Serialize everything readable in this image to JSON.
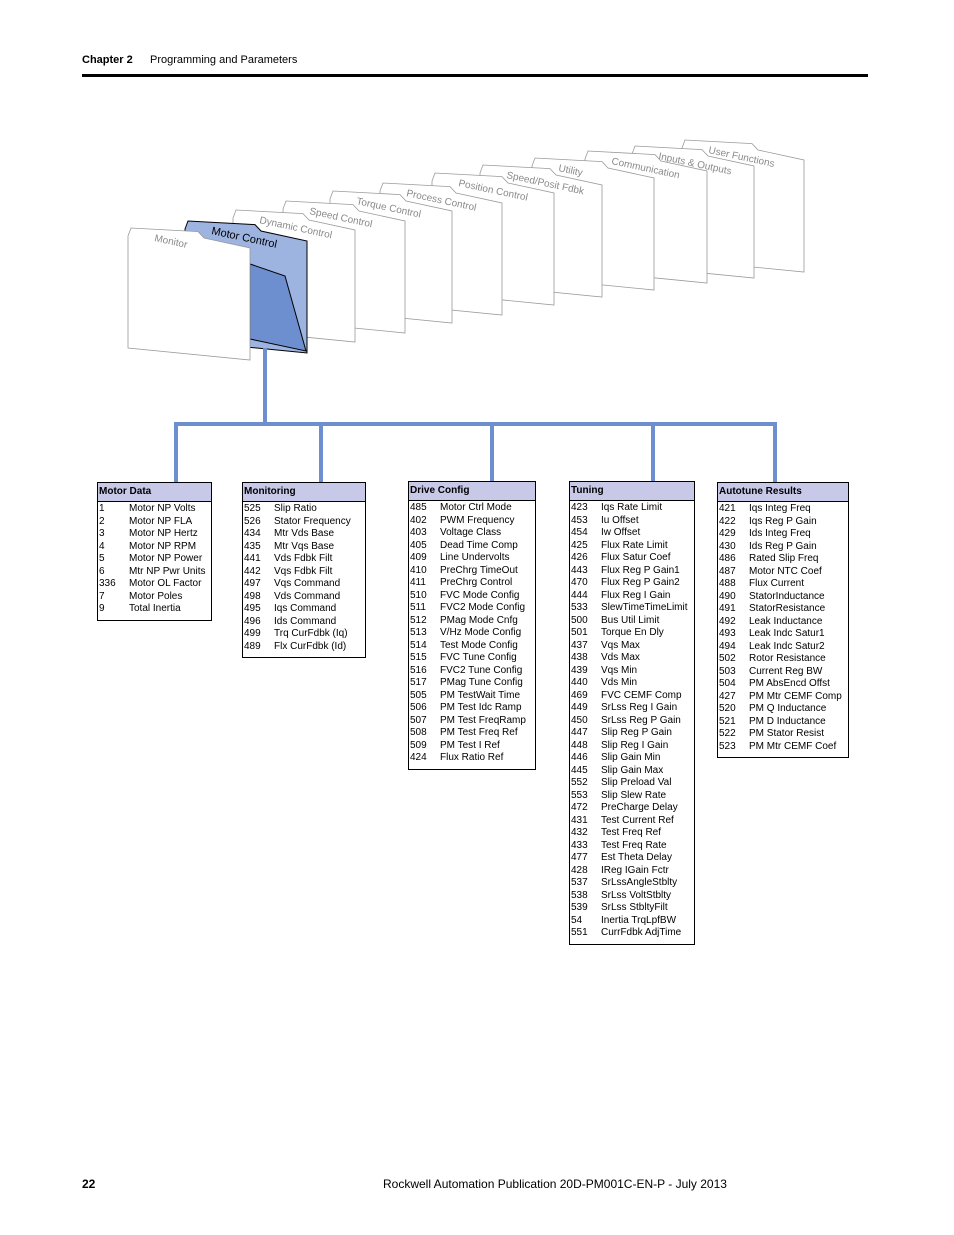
{
  "header": {
    "chapter": "Chapter 2",
    "title": "Programming and Parameters"
  },
  "footer": {
    "page": "22",
    "publication": "Rockwell Automation Publication 20D-PM001C-EN-P - July 2013"
  },
  "folders": [
    "Monitor",
    "Motor Control",
    "Dynamic Control",
    "Speed Control",
    "Torque Control",
    "Process Control",
    "Position Control",
    "Speed/Posit Fdbk",
    "Utility",
    "Communication",
    "Inputs & Outputs",
    "User Functions"
  ],
  "colors": {
    "selected_folder": "#9db3e0",
    "selected_folder_dark": "#6d8fd0",
    "connector": "#6d8fd0",
    "table_header": "#c8c8e8"
  },
  "groups": [
    {
      "title": "Motor Data",
      "params": [
        {
          "num": "1",
          "name": "Motor NP Volts"
        },
        {
          "num": "2",
          "name": "Motor NP FLA"
        },
        {
          "num": "3",
          "name": "Motor NP Hertz"
        },
        {
          "num": "4",
          "name": "Motor NP RPM"
        },
        {
          "num": "5",
          "name": "Motor NP Power"
        },
        {
          "num": "6",
          "name": "Mtr NP Pwr Units"
        },
        {
          "num": "336",
          "name": "Motor OL Factor"
        },
        {
          "num": "7",
          "name": "Motor Poles"
        },
        {
          "num": "9",
          "name": "Total Inertia"
        }
      ]
    },
    {
      "title": "Monitoring",
      "params": [
        {
          "num": "525",
          "name": "Slip Ratio"
        },
        {
          "num": "526",
          "name": "Stator Frequency"
        },
        {
          "num": "434",
          "name": "Mtr Vds Base"
        },
        {
          "num": "435",
          "name": "Mtr Vqs Base"
        },
        {
          "num": "441",
          "name": "Vds Fdbk Filt"
        },
        {
          "num": "442",
          "name": "Vqs Fdbk Filt"
        },
        {
          "num": "497",
          "name": "Vqs Command"
        },
        {
          "num": "498",
          "name": "Vds Command"
        },
        {
          "num": "495",
          "name": "Iqs Command"
        },
        {
          "num": "496",
          "name": "Ids Command"
        },
        {
          "num": "499",
          "name": "Trq CurFdbk (Iq)"
        },
        {
          "num": "489",
          "name": "Flx CurFdbk (Id)"
        }
      ]
    },
    {
      "title": "Drive Config",
      "params": [
        {
          "num": "485",
          "name": "Motor Ctrl Mode"
        },
        {
          "num": "402",
          "name": "PWM Frequency"
        },
        {
          "num": "403",
          "name": "Voltage Class"
        },
        {
          "num": "405",
          "name": "Dead Time Comp"
        },
        {
          "num": "409",
          "name": "Line Undervolts"
        },
        {
          "num": "410",
          "name": "PreChrg TimeOut"
        },
        {
          "num": "411",
          "name": "PreChrg Control"
        },
        {
          "num": "510",
          "name": "FVC Mode Config"
        },
        {
          "num": "511",
          "name": "FVC2 Mode Config"
        },
        {
          "num": "512",
          "name": "PMag Mode Cnfg"
        },
        {
          "num": "513",
          "name": "V/Hz Mode Config"
        },
        {
          "num": "514",
          "name": "Test Mode Config"
        },
        {
          "num": "515",
          "name": "FVC Tune Config"
        },
        {
          "num": "516",
          "name": "FVC2 Tune Config"
        },
        {
          "num": "517",
          "name": "PMag Tune Config"
        },
        {
          "num": "505",
          "name": "PM TestWait Time"
        },
        {
          "num": "506",
          "name": "PM Test Idc Ramp"
        },
        {
          "num": "507",
          "name": "PM Test FreqRamp"
        },
        {
          "num": "508",
          "name": "PM Test Freq Ref"
        },
        {
          "num": "509",
          "name": "PM Test I Ref"
        },
        {
          "num": "424",
          "name": "Flux Ratio Ref"
        }
      ]
    },
    {
      "title": "Tuning",
      "params": [
        {
          "num": "423",
          "name": "Iqs Rate Limit"
        },
        {
          "num": "453",
          "name": "Iu Offset"
        },
        {
          "num": "454",
          "name": "Iw Offset"
        },
        {
          "num": "425",
          "name": "Flux Rate Limit"
        },
        {
          "num": "426",
          "name": "Flux Satur Coef"
        },
        {
          "num": "443",
          "name": "Flux Reg P Gain1"
        },
        {
          "num": "470",
          "name": "Flux Reg P Gain2"
        },
        {
          "num": "444",
          "name": "Flux Reg I Gain"
        },
        {
          "num": "533",
          "name": "SlewTimeTimeLimit"
        },
        {
          "num": "500",
          "name": "Bus Util Limit"
        },
        {
          "num": "501",
          "name": "Torque En Dly"
        },
        {
          "num": "437",
          "name": "Vqs Max"
        },
        {
          "num": "438",
          "name": "Vds Max"
        },
        {
          "num": "439",
          "name": "Vqs Min"
        },
        {
          "num": "440",
          "name": "Vds Min"
        },
        {
          "num": "469",
          "name": "FVC CEMF Comp"
        },
        {
          "num": "449",
          "name": "SrLss Reg I Gain"
        },
        {
          "num": "450",
          "name": "SrLss Reg P Gain"
        },
        {
          "num": "447",
          "name": "Slip Reg P Gain"
        },
        {
          "num": "448",
          "name": "Slip Reg I Gain"
        },
        {
          "num": "446",
          "name": "Slip Gain Min"
        },
        {
          "num": "445",
          "name": "Slip Gain Max"
        },
        {
          "num": "552",
          "name": "Slip Preload Val"
        },
        {
          "num": "553",
          "name": "Slip Slew Rate"
        },
        {
          "num": "472",
          "name": "PreCharge Delay"
        },
        {
          "num": "431",
          "name": "Test Current Ref"
        },
        {
          "num": "432",
          "name": "Test Freq Ref"
        },
        {
          "num": "433",
          "name": "Test Freq Rate"
        },
        {
          "num": "477",
          "name": "Est Theta Delay"
        },
        {
          "num": "428",
          "name": "IReg IGain Fctr"
        },
        {
          "num": "537",
          "name": "SrLssAngleStblty"
        },
        {
          "num": "538",
          "name": "SrLss VoltStblty"
        },
        {
          "num": "539",
          "name": "SrLss StbltyFilt"
        },
        {
          "num": "54",
          "name": "Inertia TrqLpfBW"
        },
        {
          "num": "551",
          "name": "CurrFdbk AdjTime"
        }
      ]
    },
    {
      "title": "Autotune Results",
      "params": [
        {
          "num": "421",
          "name": "Iqs Integ Freq"
        },
        {
          "num": "422",
          "name": "Iqs Reg P Gain"
        },
        {
          "num": "429",
          "name": "Ids Integ Freq"
        },
        {
          "num": "430",
          "name": "Ids Reg P Gain"
        },
        {
          "num": "486",
          "name": "Rated Slip Freq"
        },
        {
          "num": "487",
          "name": "Motor NTC Coef"
        },
        {
          "num": "488",
          "name": "Flux Current"
        },
        {
          "num": "490",
          "name": "StatorInductance"
        },
        {
          "num": "491",
          "name": "StatorResistance"
        },
        {
          "num": "492",
          "name": "Leak Inductance"
        },
        {
          "num": "493",
          "name": "Leak Indc Satur1"
        },
        {
          "num": "494",
          "name": "Leak Indc Satur2"
        },
        {
          "num": "502",
          "name": "Rotor Resistance"
        },
        {
          "num": "503",
          "name": "Current Reg BW"
        },
        {
          "num": "504",
          "name": "PM AbsEncd Offst"
        },
        {
          "num": "427",
          "name": "PM Mtr CEMF Comp"
        },
        {
          "num": "520",
          "name": "PM Q Inductance"
        },
        {
          "num": "521",
          "name": "PM D Inductance"
        },
        {
          "num": "522",
          "name": "PM Stator Resist"
        },
        {
          "num": "523",
          "name": "PM Mtr CEMF Coef"
        }
      ]
    }
  ]
}
